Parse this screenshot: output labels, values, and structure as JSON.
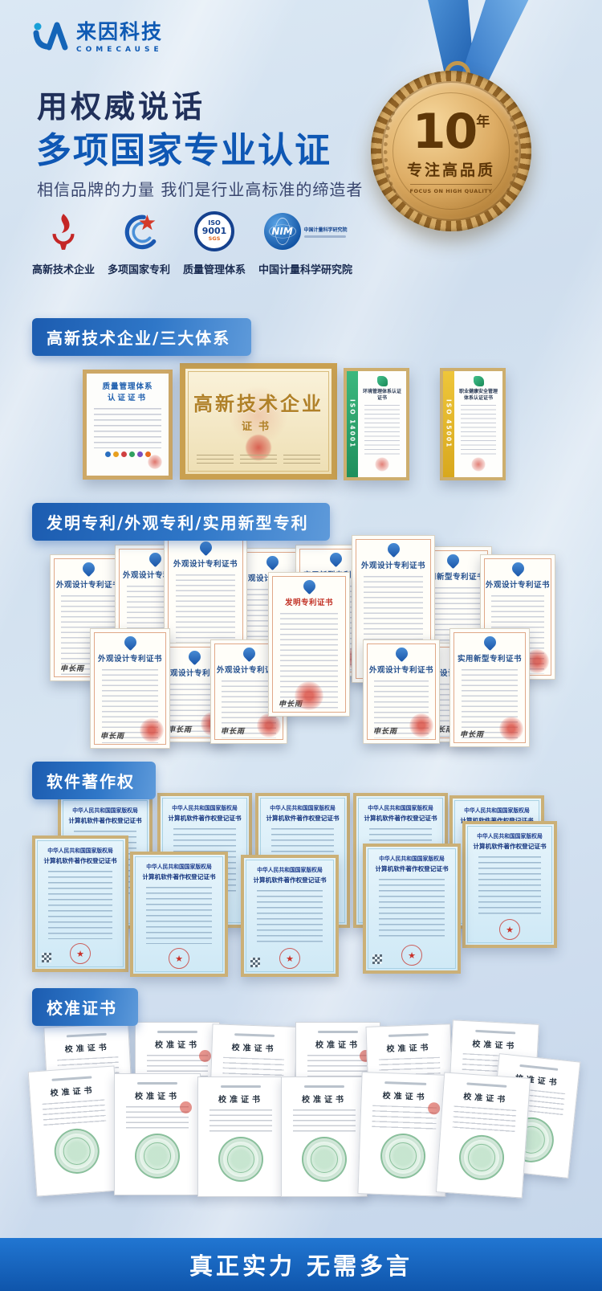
{
  "brand": {
    "name": "来因科技",
    "subtitle": "COMECAUSE"
  },
  "hero": {
    "title": "用权威说话",
    "subtitle": "多项国家专业认证",
    "tagline": "相信品牌的力量 我们是行业高标准的缔造者"
  },
  "medal": {
    "number": "10",
    "unit": "年",
    "caption": "专注高品质",
    "caption_en": "FOCUS ON HIGH QUALITY"
  },
  "badges": {
    "items": [
      {
        "label": "高新技术企业"
      },
      {
        "label": "多项国家专利"
      },
      {
        "label": "质量管理体系"
      },
      {
        "label": "中国计量科学研究院"
      }
    ],
    "iso": {
      "line1": "ISO",
      "line2": "9001",
      "line3": "SGS"
    },
    "nim": {
      "text": "NIM",
      "side": "中国计量科学研究院"
    }
  },
  "sections": {
    "systems": "高新技术企业/三大体系",
    "patents": "发明专利/外观专利/实用新型专利",
    "software": "软件著作权",
    "calibration": "校准证书"
  },
  "systems": {
    "quality": {
      "title_line1": "质量管理体系",
      "title_line2": "认证证书"
    },
    "hightech": {
      "title": "高新技术企业",
      "title2": "证书"
    },
    "iso14001": {
      "band": "ISO 14001",
      "title": "环境管理体系认证证书"
    },
    "iso45001": {
      "band": "ISO 45001",
      "title": "职业健康安全管理体系认证证书"
    }
  },
  "patents": {
    "signature": "申长雨",
    "items": [
      "外观设计专利证书",
      "外观设计专利证书",
      "外观设计专利证书",
      "实用新型专利证书",
      "实用新型专利证书",
      "外观设计专利证书",
      "外观设计专利证书",
      "外观设计专利证书",
      "发明专利证书",
      "外观设计专利证书",
      "外观设计专利证书",
      "外观设计专利证书",
      "外观设计专利证书",
      "外观设计专利证书",
      "实用新型专利证书"
    ]
  },
  "software": {
    "authority": "中华人民共和国国家版权局",
    "title": "计算机软件著作权登记证书"
  },
  "calibration": {
    "title": "校准证书"
  },
  "footer": {
    "text": "真正实力 无需多言"
  }
}
